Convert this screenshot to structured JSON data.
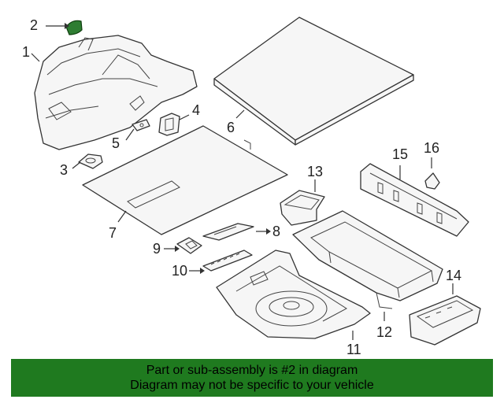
{
  "callouts": [
    {
      "id": "2",
      "label": "2"
    },
    {
      "id": "1",
      "label": "1"
    },
    {
      "id": "3",
      "label": "3"
    },
    {
      "id": "4",
      "label": "4"
    },
    {
      "id": "5",
      "label": "5"
    },
    {
      "id": "6",
      "label": "6"
    },
    {
      "id": "7",
      "label": "7"
    },
    {
      "id": "8",
      "label": "8"
    },
    {
      "id": "9",
      "label": "9"
    },
    {
      "id": "10",
      "label": "10"
    },
    {
      "id": "11",
      "label": "11"
    },
    {
      "id": "12",
      "label": "12"
    },
    {
      "id": "13",
      "label": "13"
    },
    {
      "id": "14",
      "label": "14"
    },
    {
      "id": "15",
      "label": "15"
    },
    {
      "id": "16",
      "label": "16"
    }
  ],
  "banner": {
    "line1": "Part or sub-assembly is #2 in diagram",
    "line2": "Diagram may not be specific to your vehicle"
  },
  "colors": {
    "highlight": "#2e7d32",
    "banner": "#1f7a1f"
  }
}
